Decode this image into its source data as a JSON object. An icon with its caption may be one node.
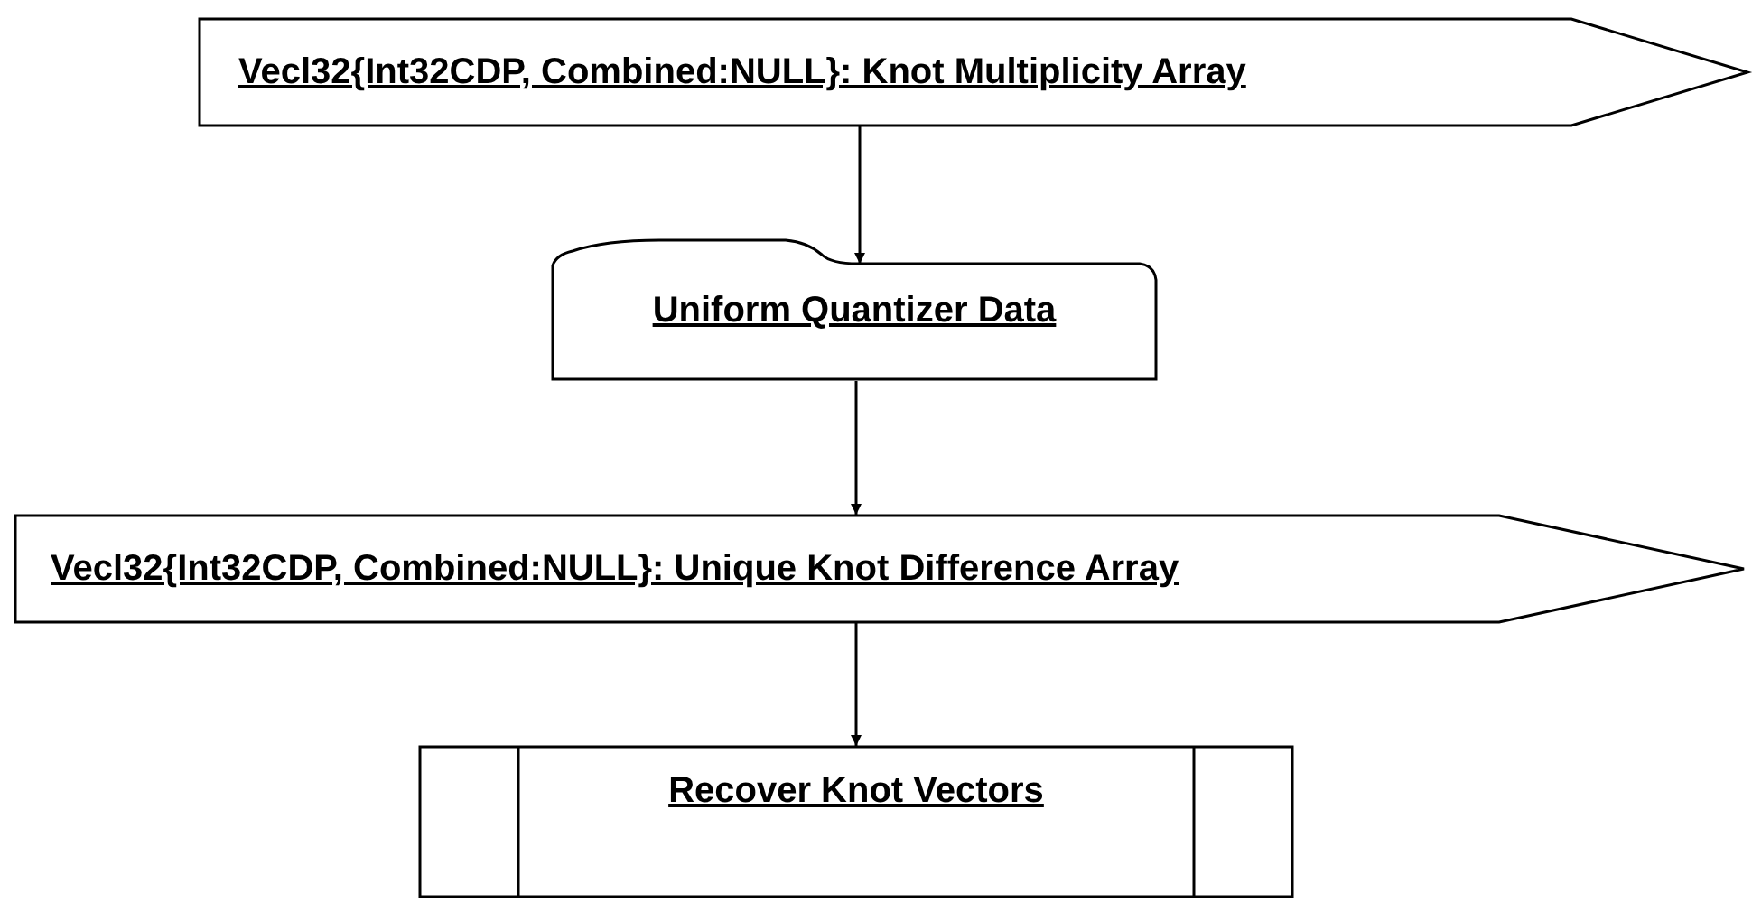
{
  "diagram": {
    "nodes": [
      {
        "text": [
          "Vecl32{Int32CDP, Combined:NULL}: Knot Multiplicity Array"
        ]
      },
      {
        "text": [
          "Uniform Quantizer Data"
        ]
      },
      {
        "text": [
          "Vecl32{Int32CDP, Combined:NULL}: Unique Knot Difference Array"
        ]
      },
      {
        "text": [
          "Recover Knot Vectors"
        ]
      }
    ],
    "edges": [
      {
        "from": 0,
        "to": 1,
        "arrow": "to"
      },
      {
        "from": 1,
        "to": 2,
        "arrow": "to"
      },
      {
        "from": 2,
        "to": 3,
        "arrow": "to"
      }
    ]
  }
}
